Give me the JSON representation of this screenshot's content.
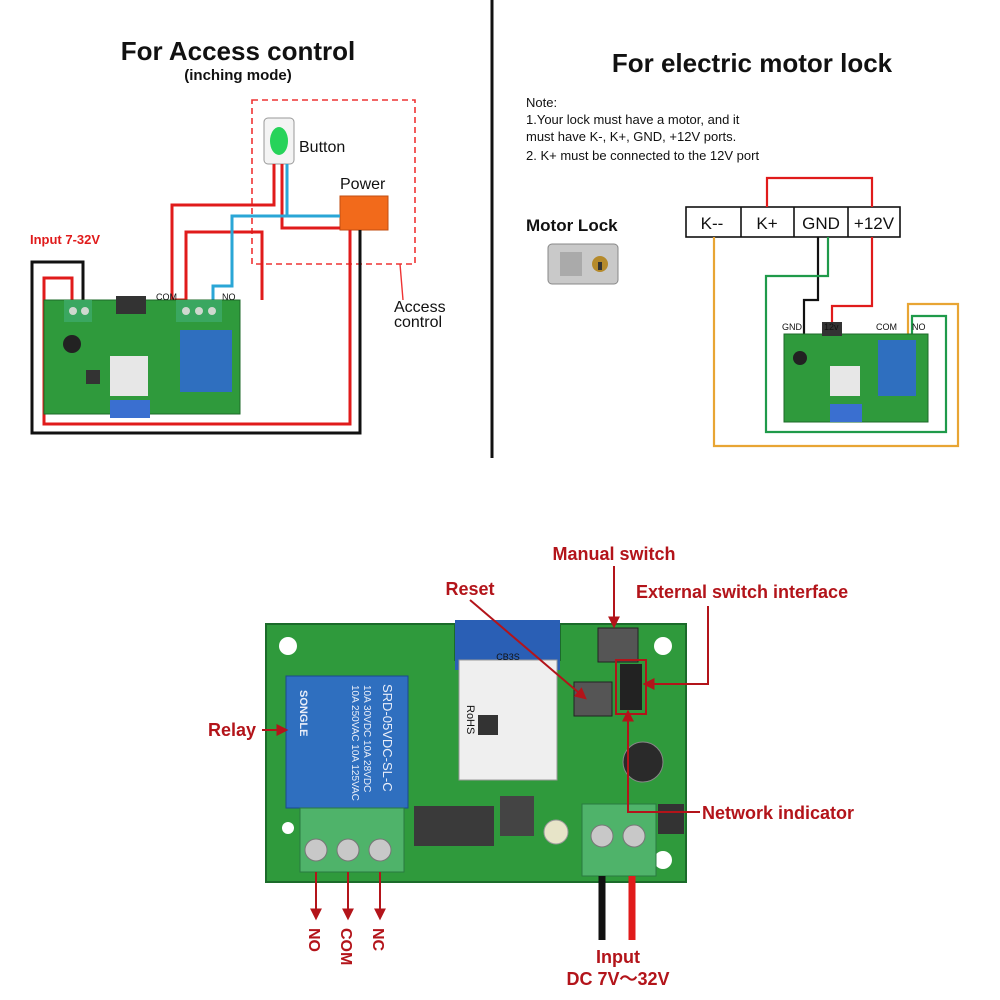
{
  "access": {
    "title": "For Access control",
    "subtitle": "(inching mode)",
    "button_label": "Button",
    "power_label": "Power",
    "input_label": "Input 7-32V",
    "com_label": "COM",
    "no_label": "NO",
    "access_label_1": "Access",
    "access_label_2": "control"
  },
  "motor": {
    "title": "For electric motor lock",
    "note_title": "Note:",
    "note_1": "1.Your lock must have a motor, and it",
    "note_2": "must have K-, K+, GND, +12V ports.",
    "note_3": "2. K+ must be connected to the 12V port",
    "lock_label": "Motor Lock",
    "terminals": [
      "K--",
      "K+",
      "GND",
      "+12V"
    ],
    "gnd_label": "GND",
    "v12_label": "12v",
    "com_label": "COM",
    "no_label": "NO"
  },
  "board": {
    "manual_switch": "Manual switch",
    "reset": "Reset",
    "external_switch": "External switch interface",
    "relay": "Relay",
    "network_indicator": "Network indicator",
    "no": "NO",
    "com": "COM",
    "nc": "NC",
    "input_1": "Input",
    "input_2": "DC 7V～32V",
    "module_label": "CB3S",
    "relay_brand": "SONGLE",
    "relay_line1": "10A 250VAC  10A 125VAC",
    "relay_line2": "10A 30VDC  10A 28VDC",
    "relay_model": "SRD-05VDC-SL-C",
    "rohs": "RoHS"
  },
  "colors": {
    "annot_red": "#b3141a",
    "pcb_green": "#2f9a3c",
    "wire_red": "#e01b1b",
    "wire_blue": "#2aa6d6",
    "wire_green": "#1f9a4a",
    "wire_orange": "#e8a534",
    "relay_blue": "#2f6fbf"
  }
}
